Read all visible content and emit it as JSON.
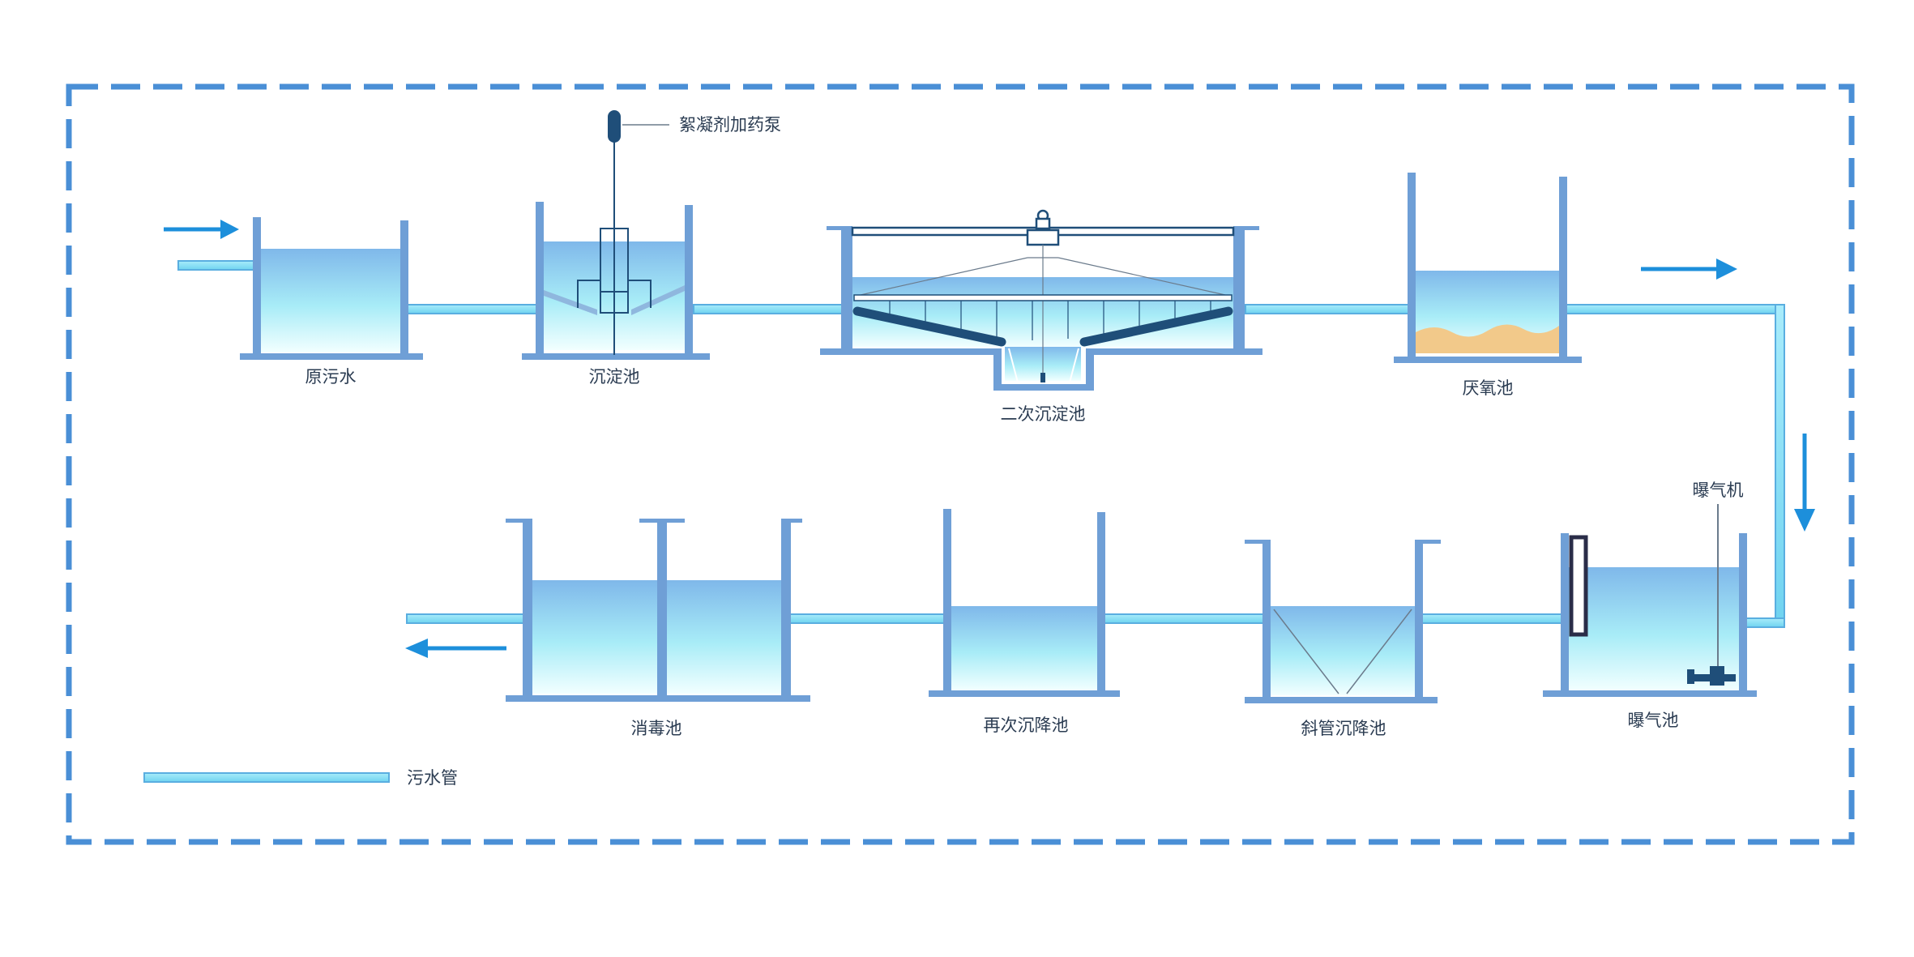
{
  "labels": {
    "raw_sewage": "原污水",
    "sedimentation_tank": "沉淀池",
    "flocculant_pump": "絮凝剂加药泵",
    "secondary_sedimentation": "二次沉淀池",
    "anaerobic_tank": "厌氧池",
    "aerator": "曝气机",
    "aeration_tank": "曝气池",
    "inclined_tube_settling": "斜管沉降池",
    "resettling_tank": "再次沉降池",
    "disinfection_tank": "消毒池",
    "legend_sewage_pipe": "污水管"
  },
  "colors": {
    "frame": "#4a8fd6",
    "wall": "#6f9fd6",
    "water_top": "#7fb8ea",
    "water_bottom": "#f2ffff",
    "pipe": "#82e0f7",
    "arrow": "#1d8fdb",
    "sludge": "#f2c98a",
    "equipment": "#1f4e79"
  }
}
